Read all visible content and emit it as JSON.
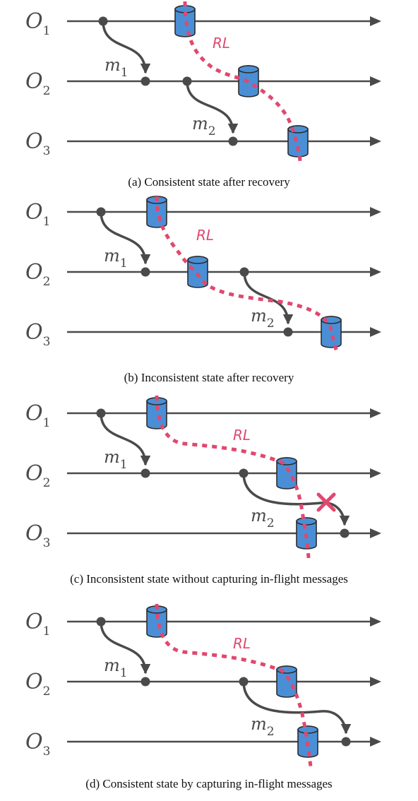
{
  "colors": {
    "line": "#4a4a4a",
    "recovery_line": "#e0486f",
    "checkpoint_fill": "#4a8fd6",
    "checkpoint_stroke": "#2c2c2c",
    "cross": "#e0486f"
  },
  "icons": {
    "checkpoint": "cylinder-icon",
    "dropped_message": "cross-icon"
  },
  "recovery_line_label": "RL",
  "panels": [
    {
      "caption": "(a) Consistent state after recovery",
      "operators": [
        {
          "letter": "O",
          "index": "1"
        },
        {
          "letter": "O",
          "index": "2"
        },
        {
          "letter": "O",
          "index": "3"
        }
      ],
      "messages": [
        {
          "letter": "m",
          "index": "1"
        },
        {
          "letter": "m",
          "index": "2"
        }
      ]
    },
    {
      "caption": "(b) Inconsistent state after recovery",
      "operators": [
        {
          "letter": "O",
          "index": "1"
        },
        {
          "letter": "O",
          "index": "2"
        },
        {
          "letter": "O",
          "index": "3"
        }
      ],
      "messages": [
        {
          "letter": "m",
          "index": "1"
        },
        {
          "letter": "m",
          "index": "2"
        }
      ]
    },
    {
      "caption": "(c) Inconsistent state without capturing in-flight messages",
      "operators": [
        {
          "letter": "O",
          "index": "1"
        },
        {
          "letter": "O",
          "index": "2"
        },
        {
          "letter": "O",
          "index": "3"
        }
      ],
      "messages": [
        {
          "letter": "m",
          "index": "1"
        },
        {
          "letter": "m",
          "index": "2"
        }
      ]
    },
    {
      "caption": "(d) Consistent state by capturing in-flight messages",
      "operators": [
        {
          "letter": "O",
          "index": "1"
        },
        {
          "letter": "O",
          "index": "2"
        },
        {
          "letter": "O",
          "index": "3"
        }
      ],
      "messages": [
        {
          "letter": "m",
          "index": "1"
        },
        {
          "letter": "m",
          "index": "2"
        }
      ]
    }
  ]
}
